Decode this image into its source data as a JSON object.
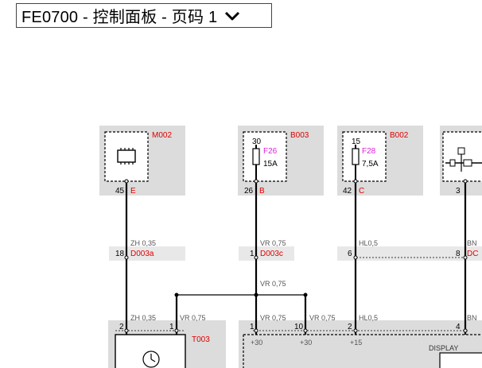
{
  "header": {
    "title": "FE0700 - 控制面板 - 页码 1",
    "dropdown_icon": "chevron-down-icon"
  },
  "colors": {
    "component_bg": "#dcdcdc",
    "connector_strip_bg": "#e8e8e8",
    "wire": "#000000",
    "component_id": "#e00000",
    "fuse_label": "#e020e0",
    "wire_label": "#555555"
  },
  "components": {
    "m002": {
      "id": "M002",
      "icon": "chip-icon",
      "pin": "45",
      "connector": "E"
    },
    "b003": {
      "id": "B003",
      "icon": "fuse-icon",
      "fuse_number": "30",
      "fuse_name": "F26",
      "rating": "15A",
      "pin": "26",
      "connector": "B"
    },
    "b002": {
      "id": "B002",
      "icon": "fuse-icon",
      "fuse_number": "15",
      "fuse_name": "F28",
      "rating": "7,5A",
      "pin": "42",
      "connector": "C"
    },
    "partial": {
      "icon": "relay-icon",
      "pin": "3"
    },
    "t003": {
      "id": "T003",
      "icon": "clock-icon"
    }
  },
  "wires": {
    "m002_upper": "ZH 0,35",
    "b003_upper": "VR 0,75",
    "b002_upper": "HL0,5",
    "partial_upper": "BN",
    "splice_mid": "VR 0,75",
    "m002_lower": "ZH 0,35",
    "t003_feed": "VR 0,75",
    "display_feed_1": "VR 0,75",
    "display_feed_2": "VR 0,75",
    "b002_lower": "HL0,5",
    "partial_lower": "BN"
  },
  "connectors_mid": {
    "d003a": {
      "pin": "18",
      "name": "D003a"
    },
    "d003c": {
      "pin": "1",
      "name": "D003c"
    },
    "hl_pin": {
      "pin": "6"
    },
    "dc": {
      "pin": "8",
      "name": "DC"
    }
  },
  "lower_pins": {
    "t003_a": "2",
    "t003_b": "1",
    "disp_1": "1",
    "disp_10": "10",
    "disp_2": "2",
    "disp_4": "4"
  },
  "display": {
    "label": "DISPLAY",
    "terminal_1": "+30",
    "terminal_2": "+30",
    "terminal_3": "+15"
  }
}
